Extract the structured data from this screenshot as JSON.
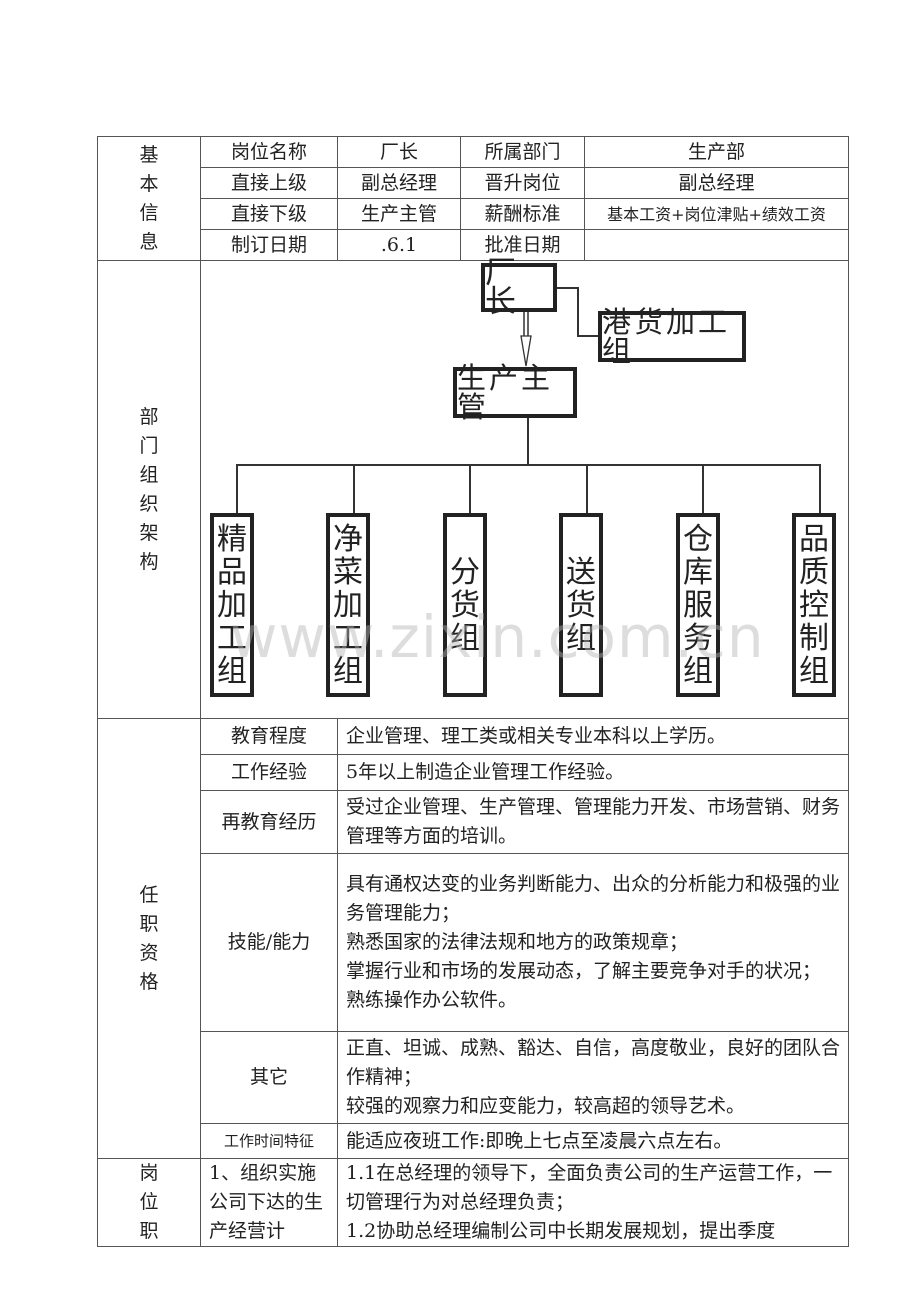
{
  "basic_info": {
    "section_label": [
      "基",
      "本",
      "信",
      "息"
    ],
    "rows": [
      [
        "岗位名称",
        "厂长",
        "所属部门",
        "生产部"
      ],
      [
        "直接上级",
        "副总经理",
        "晋升岗位",
        "副总经理"
      ],
      [
        "直接下级",
        "生产主管",
        "薪酬标准",
        "基本工资+岗位津贴+绩效工资"
      ],
      [
        "制订日期",
        ".6.1",
        "批准日期",
        ""
      ]
    ]
  },
  "org_chart": {
    "section_label": [
      "部",
      "门",
      "组",
      "织",
      "架",
      "构"
    ],
    "top": "厂长",
    "side": "港货加工组",
    "middle": "生产主管",
    "groups": [
      [
        "精",
        "品",
        "加",
        "工",
        "组"
      ],
      [
        "净",
        "菜",
        "加",
        "工",
        "组"
      ],
      [
        "分",
        "货",
        "组"
      ],
      [
        "送",
        "货",
        "组"
      ],
      [
        "仓",
        "库",
        "服",
        "务",
        "组"
      ],
      [
        "品",
        "质",
        "控",
        "制",
        "组"
      ]
    ],
    "watermark": "www.zixin.com.cn"
  },
  "qualifications": {
    "section_label": [
      "任",
      "职",
      "资",
      "格"
    ],
    "rows": [
      {
        "label": "教育程度",
        "lines": [
          "企业管理、理工类或相关专业本科以上学历。"
        ]
      },
      {
        "label": "工作经验",
        "lines": [
          "5年以上制造企业管理工作经验。"
        ]
      },
      {
        "label": "再教育经历",
        "lines": [
          "受过企业管理、生产管理、管理能力开发、市场营销、财务管理等方面的培训。"
        ]
      },
      {
        "label": "技能/能力",
        "lines": [
          "具有通权达变的业务判断能力、出众的分析能力和极强的业务管理能力；",
          "熟悉国家的法律法规和地方的政策规章；",
          "掌握行业和市场的发展动态，了解主要竞争对手的状况；",
          "熟练操作办公软件。"
        ]
      },
      {
        "label": "其它",
        "lines": [
          "正直、坦诚、成熟、豁达、自信，高度敬业，良好的团队合作精神；",
          "较强的观察力和应变能力，较高超的领导艺术。"
        ]
      },
      {
        "label": "工作时间特征",
        "lines": [
          "能适应夜班工作:即晚上七点至凌晨六点左右。"
        ]
      }
    ]
  },
  "duties": {
    "section_label": [
      "岗",
      "位",
      "职"
    ],
    "item_label": "1、组织实施公司下达的生产经营计",
    "lines": [
      "1.1在总经理的领导下，全面负责公司的生产运营工作，一切管理行为对总经理负责；",
      "1.2协助总经理编制公司中长期发展规划，提出季度"
    ]
  }
}
